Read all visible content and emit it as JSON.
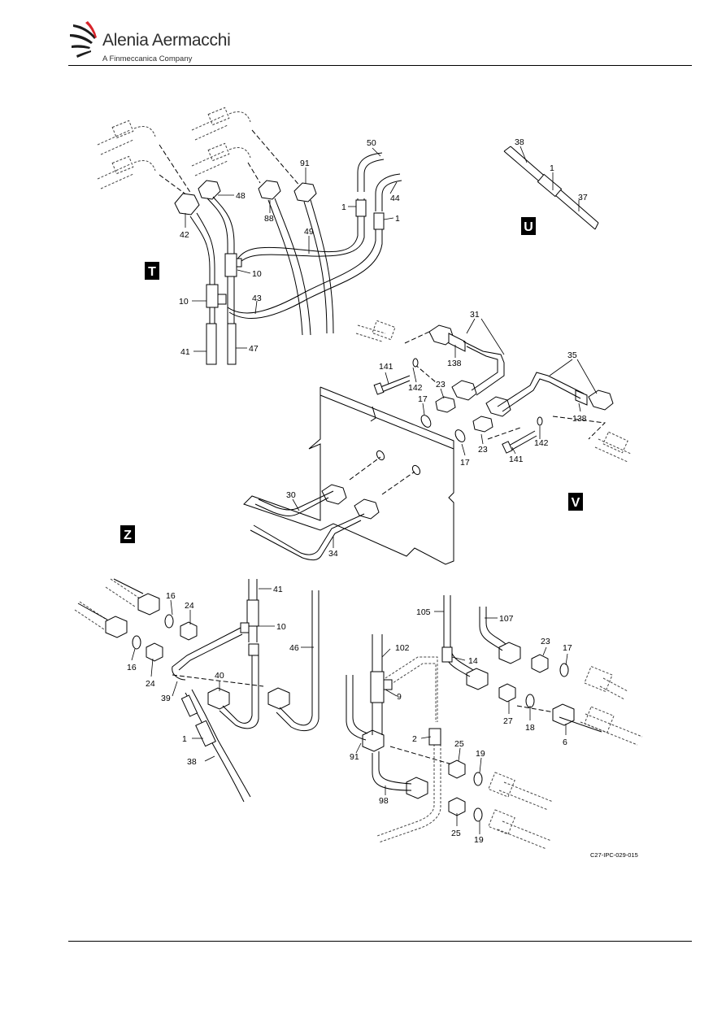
{
  "header": {
    "brand_name": "Alenia Aermacchi",
    "tagline": "A Finmeccanica Company"
  },
  "figure": {
    "id": "C27-IPC-029-015",
    "views": [
      "T",
      "U",
      "V",
      "Z"
    ],
    "callouts": {
      "t": [
        "50",
        "91",
        "48",
        "44",
        "1",
        "1",
        "88",
        "42",
        "49",
        "10",
        "10",
        "43",
        "41",
        "47"
      ],
      "u": [
        "38",
        "1",
        "37"
      ],
      "v": [
        "31",
        "141",
        "142",
        "138",
        "23",
        "17",
        "35",
        "138",
        "142",
        "141",
        "23",
        "17",
        "30",
        "34"
      ],
      "z": [
        "41",
        "16",
        "24",
        "10",
        "46",
        "16",
        "24",
        "40",
        "39",
        "1",
        "38",
        "105",
        "107",
        "102",
        "14",
        "23",
        "17",
        "9",
        "27",
        "18",
        "6",
        "2",
        "25",
        "19",
        "91",
        "98",
        "25",
        "19"
      ]
    }
  }
}
